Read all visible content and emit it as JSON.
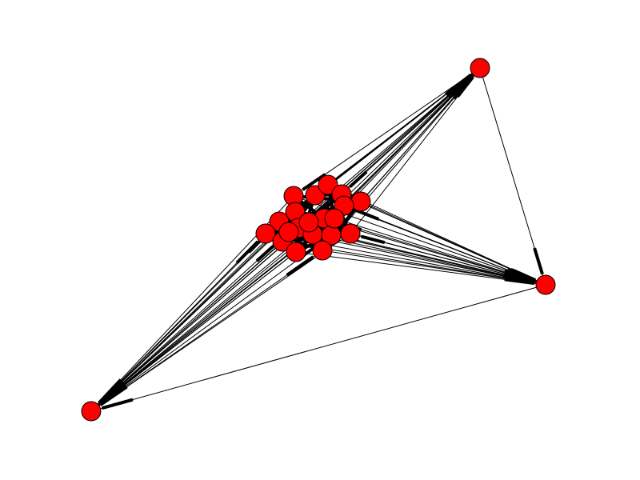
{
  "graph": {
    "type": "directed-network",
    "colors": {
      "node_fill": "#ff0000",
      "node_stroke": "#000000",
      "edge": "#000000",
      "background": "#ffffff"
    },
    "hubs": [
      "hub-top-right",
      "hub-right",
      "hub-bottom-left"
    ],
    "cluster": [
      "n01",
      "n02",
      "n03",
      "n04",
      "n05",
      "n06",
      "n07",
      "n08",
      "n09",
      "n10",
      "n11",
      "n12",
      "n13",
      "n14",
      "n15",
      "n16",
      "n17",
      "n18",
      "n19",
      "n20"
    ],
    "edges": [
      [
        "hub-top-right",
        "hub-right"
      ],
      [
        "hub-right",
        "hub-bottom-left"
      ]
    ],
    "cluster_to_all_hubs": true
  }
}
